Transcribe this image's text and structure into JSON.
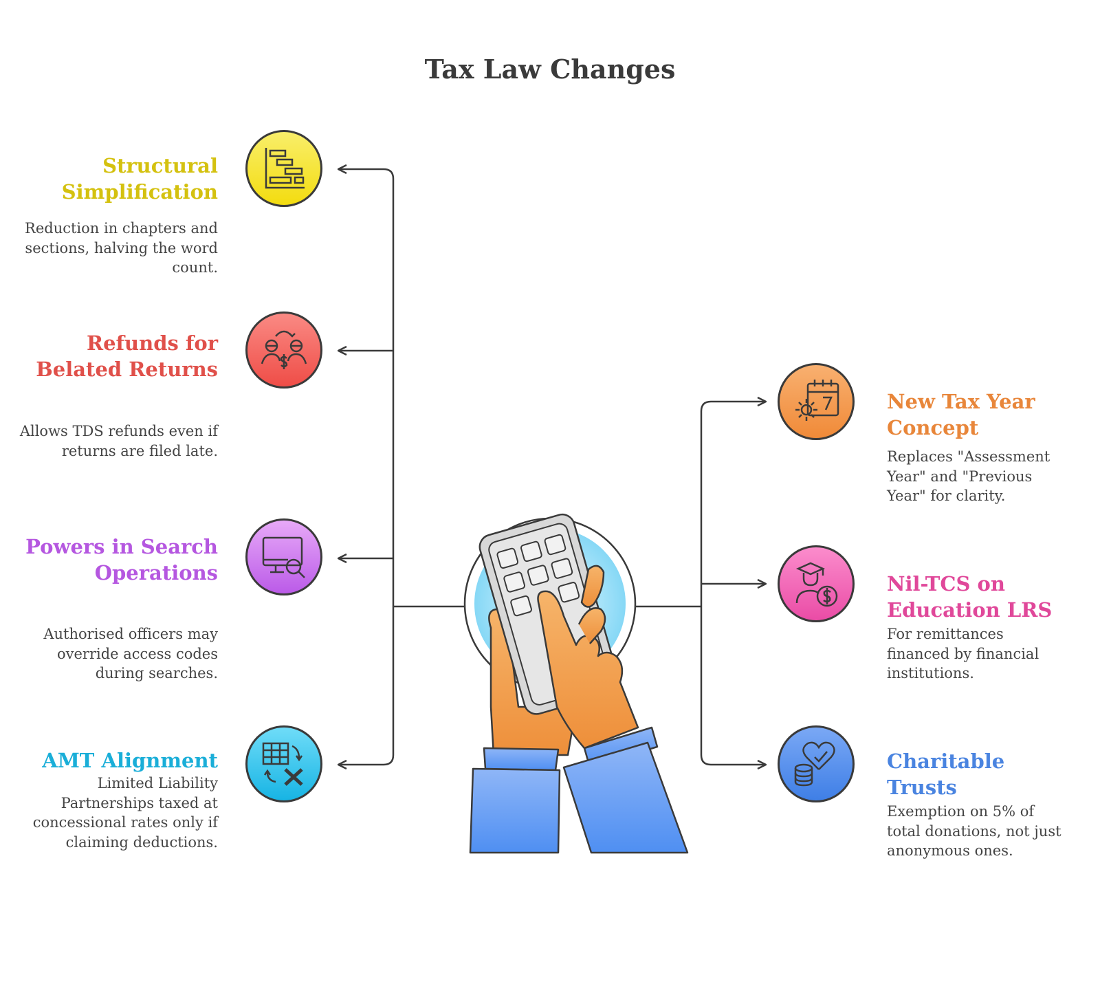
{
  "title": "Tax Law Changes",
  "items": [
    {
      "id": "structural",
      "heading": "Structural Simplification",
      "description": "Reduction in chapters and sections, halving the word count.",
      "color": "#d4c10f",
      "icon": "gantt-chart-icon"
    },
    {
      "id": "refunds",
      "heading": "Refunds for Belated Returns",
      "description": "Allows TDS refunds even if returns are filed late.",
      "color": "#e0504a",
      "icon": "people-exchange-icon"
    },
    {
      "id": "search",
      "heading": "Powers in Search Operations",
      "description": "Authorised officers may override access codes during searches.",
      "color": "#b557e0",
      "icon": "monitor-search-icon"
    },
    {
      "id": "amt",
      "heading": "AMT Alignment",
      "description": "Limited Liability Partnerships taxed at concessional rates only if claiming deductions.",
      "color": "#1aaed8",
      "icon": "spreadsheet-tax-icon"
    },
    {
      "id": "taxyear",
      "heading": "New Tax Year Concept",
      "description": "Replaces \"Assessment Year\" and \"Previous Year\" for clarity.",
      "color": "#e8863a",
      "icon": "calendar-gear-icon"
    },
    {
      "id": "niltcs",
      "heading": "Nil-TCS on Education LRS",
      "description": "For remittances financed by financial institutions.",
      "color": "#e0489a",
      "icon": "graduate-dollar-icon"
    },
    {
      "id": "charitable",
      "heading": "Charitable Trusts",
      "description": "Exemption on 5% of total donations, not just anonymous ones.",
      "color": "#4a84e0",
      "icon": "coins-heart-icon"
    }
  ]
}
